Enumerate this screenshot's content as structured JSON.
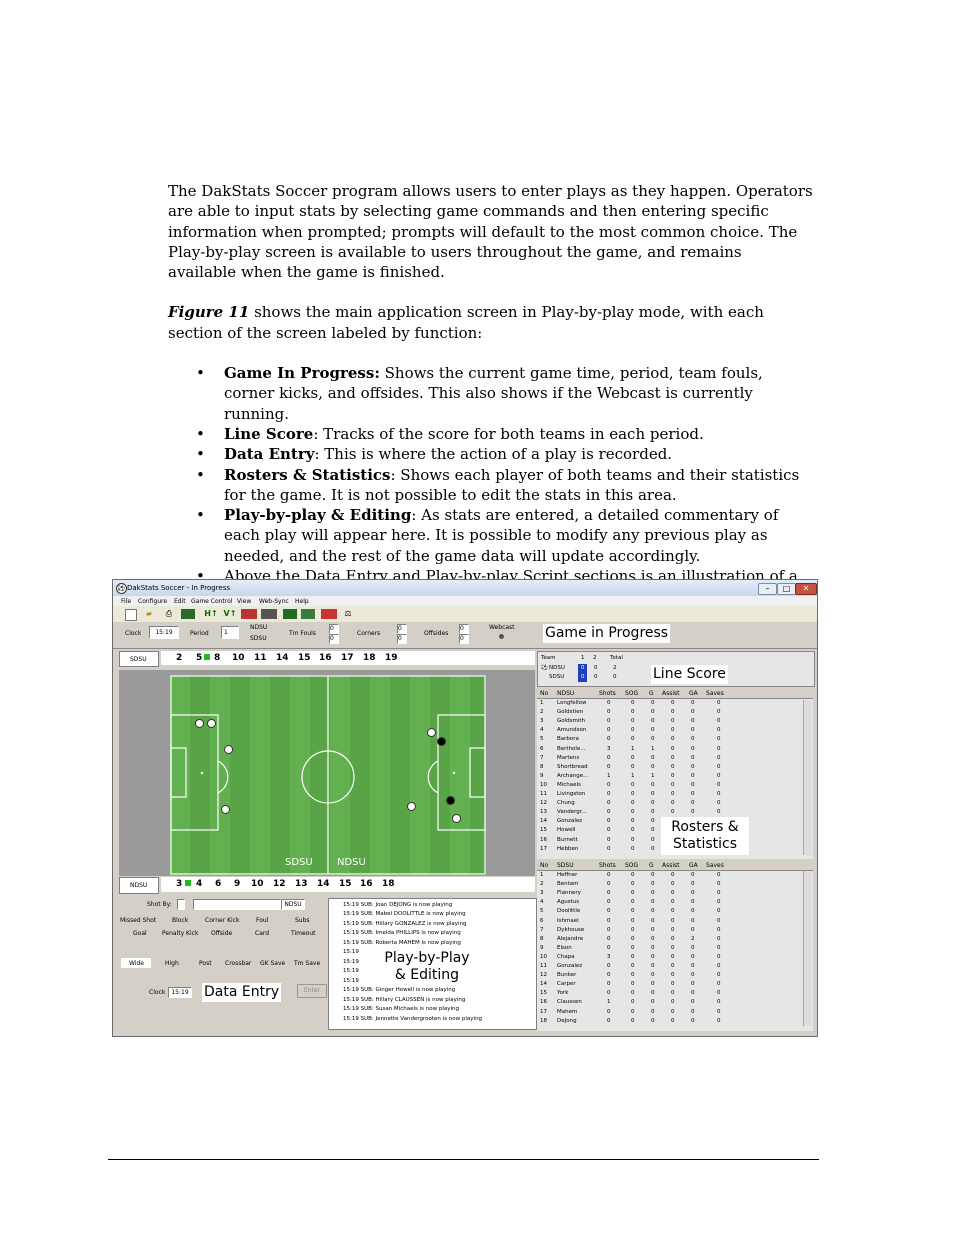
{
  "doc": {
    "intro": "The DakStats Soccer program allows users to enter plays as they happen. Operators are able to input stats by selecting game commands and then entering specific information when prompted; prompts will default to the most common choice. The Play-by-play screen is available to users throughout the game, and remains available when the game is finished.",
    "figure_ref": "Figure 11",
    "figure_text": " shows the main application screen in Play-by-play mode, with each section of the screen labeled by function:",
    "bullets": [
      {
        "term": "Game In Progress:",
        "text": " Shows the current game time, period, team fouls, corner kicks, and offsides. This also shows if the Webcast is currently running."
      },
      {
        "term": "Line Score",
        "text": ": Tracks of the score for both teams in each period."
      },
      {
        "term": "Data Entry",
        "text": ": This is where the action of a play is recorded."
      },
      {
        "term": "Rosters & Statistics",
        "text": ": Shows each player of both teams and their statistics for the game. It is not possible to edit the stats in this area."
      },
      {
        "term": "Play-by-play & Editing",
        "text": ": As stats are entered, a detailed commentary of each play will appear here. It is possible to modify any previous play as needed, and the rest of the game data will update accordingly."
      },
      {
        "term": "",
        "text": "Above the Data Entry and Play-by-play Script sections is an illustration of a soccer field. This is where the position of each shot is recorded."
      }
    ]
  },
  "app": {
    "title": "DakStats Soccer - In Progress",
    "menu": [
      "File",
      "Configure",
      "Edit",
      "Game Control",
      "View",
      "Web-Sync",
      "Help"
    ],
    "gip": {
      "clock_label": "Clock",
      "clock": "15:19",
      "period_label": "Period",
      "period": "1",
      "team1": "NDSU",
      "team2": "SDSU",
      "tmfouls_label": "Tm Fouls",
      "fouls": [
        "0",
        "0"
      ],
      "corners_label": "Corners",
      "corners": [
        "0",
        "0"
      ],
      "offsides_label": "Offsides",
      "offsides": [
        "0",
        "0"
      ],
      "webcast_label": "Webcast"
    },
    "callouts": {
      "game_in_progress": "Game in Progress",
      "line_score": "Line Score",
      "rosters_1": "Rosters &",
      "rosters_2": "Statistics",
      "pbp_1": "Play-by-Play",
      "pbp_2": "& Editing",
      "data_entry": "Data Entry"
    },
    "top_team": "SDSU",
    "top_numbers": [
      "2",
      "5",
      "8",
      "10",
      "11",
      "14",
      "15",
      "16",
      "17",
      "18",
      "19"
    ],
    "bottom_team": "NDSU",
    "bottom_numbers": [
      "3",
      "4",
      "6",
      "9",
      "10",
      "12",
      "13",
      "14",
      "15",
      "16",
      "18"
    ],
    "field_labels": [
      "SDSU",
      "NDSU"
    ],
    "linescore": {
      "headers": [
        "Team",
        "1",
        "2",
        "Total"
      ],
      "rows": [
        {
          "team": "NDSU",
          "p1": "0",
          "p2": "0",
          "total": "2"
        },
        {
          "team": "SDSU",
          "p1": "0",
          "p2": "0",
          "total": "0"
        }
      ]
    },
    "stat_headers_ndsu": [
      "No",
      "NDSU",
      "Shots",
      "SOG",
      "G",
      "Assist",
      "GA",
      "Saves"
    ],
    "ndsu_rows": [
      [
        "1",
        "Longfellow",
        "0",
        "0",
        "0",
        "0",
        "0",
        "0"
      ],
      [
        "2",
        "Goldstien",
        "0",
        "0",
        "0",
        "0",
        "0",
        "0"
      ],
      [
        "3",
        "Goldsmith",
        "0",
        "0",
        "0",
        "0",
        "0",
        "0"
      ],
      [
        "4",
        "Amundson",
        "0",
        "0",
        "0",
        "0",
        "0",
        "0"
      ],
      [
        "5",
        "Barbora",
        "0",
        "0",
        "0",
        "0",
        "0",
        "0"
      ],
      [
        "6",
        "Berthole...",
        "3",
        "1",
        "1",
        "0",
        "0",
        "0"
      ],
      [
        "7",
        "Martens",
        "0",
        "0",
        "0",
        "0",
        "0",
        "0"
      ],
      [
        "8",
        "Shortbread",
        "0",
        "0",
        "0",
        "0",
        "0",
        "0"
      ],
      [
        "9",
        "Archange...",
        "1",
        "1",
        "1",
        "0",
        "0",
        "0"
      ],
      [
        "10",
        "Michaels",
        "0",
        "0",
        "0",
        "0",
        "0",
        "0"
      ],
      [
        "11",
        "Livingston",
        "0",
        "0",
        "0",
        "0",
        "0",
        "0"
      ],
      [
        "12",
        "Chung",
        "0",
        "0",
        "0",
        "0",
        "0",
        "0"
      ],
      [
        "13",
        "Vandergr...",
        "0",
        "0",
        "0",
        "0",
        "0",
        "0"
      ],
      [
        "14",
        "Gonzalez",
        "0",
        "0",
        "0",
        "0",
        "0",
        "0"
      ],
      [
        "15",
        "Howell",
        "0",
        "0",
        "0",
        "0",
        "0",
        "0"
      ],
      [
        "16",
        "Burnett",
        "0",
        "0",
        "0",
        "0",
        "0",
        "0"
      ],
      [
        "17",
        "Hebben",
        "0",
        "0",
        "0",
        "0",
        "0",
        "0"
      ]
    ],
    "stat_headers_sdsu": [
      "No",
      "SDSU",
      "Shots",
      "SOG",
      "G",
      "Assist",
      "GA",
      "Saves"
    ],
    "sdsu_rows": [
      [
        "1",
        "Heffner",
        "0",
        "0",
        "0",
        "0",
        "0",
        "0"
      ],
      [
        "2",
        "Bentam",
        "0",
        "0",
        "0",
        "0",
        "0",
        "0"
      ],
      [
        "3",
        "Flannery",
        "0",
        "0",
        "0",
        "0",
        "0",
        "0"
      ],
      [
        "4",
        "Agustus",
        "0",
        "0",
        "0",
        "0",
        "0",
        "0"
      ],
      [
        "5",
        "Doolittle",
        "0",
        "0",
        "0",
        "0",
        "0",
        "0"
      ],
      [
        "6",
        "Ishmael",
        "0",
        "0",
        "0",
        "0",
        "0",
        "0"
      ],
      [
        "7",
        "Dykhouse",
        "0",
        "0",
        "0",
        "0",
        "0",
        "0"
      ],
      [
        "8",
        "Alejandre",
        "0",
        "0",
        "0",
        "0",
        "2",
        "0"
      ],
      [
        "9",
        "Elson",
        "0",
        "0",
        "0",
        "0",
        "0",
        "0"
      ],
      [
        "10",
        "Chapa",
        "3",
        "0",
        "0",
        "0",
        "0",
        "0"
      ],
      [
        "11",
        "Gonzalez",
        "0",
        "0",
        "0",
        "0",
        "0",
        "0"
      ],
      [
        "12",
        "Bunker",
        "0",
        "0",
        "0",
        "0",
        "0",
        "0"
      ],
      [
        "14",
        "Carper",
        "0",
        "0",
        "0",
        "0",
        "0",
        "0"
      ],
      [
        "15",
        "York",
        "0",
        "0",
        "0",
        "0",
        "0",
        "0"
      ],
      [
        "16",
        "Claussen",
        "1",
        "0",
        "0",
        "0",
        "0",
        "0"
      ],
      [
        "17",
        "Mahem",
        "0",
        "0",
        "0",
        "0",
        "0",
        "0"
      ],
      [
        "18",
        "DeJong",
        "0",
        "0",
        "0",
        "0",
        "0",
        "0"
      ]
    ],
    "pbp_lines": [
      "15:19 SUB: Joan DEJONG is now playing",
      "15:19 SUB: Mabel DOOLITTLE is now playing",
      "15:19 SUB: Hillary GONZALEZ is now playing",
      "15:19 SUB: Imelda PHILLIPS is now playing",
      "15:19 SUB: Roberta MAHEM is now playing",
      "15:19",
      "15:19",
      "15:19",
      "15:19",
      "15:19 SUB: Ginger Howell is now playing",
      "15:19 SUB: Hillary CLAUSSEN is now playing",
      "15:19 SUB: Susan Michaels is now playing",
      "15:19 SUB: Jennette Vandergrooten is now playing"
    ],
    "data_entry": {
      "shot_by_label": "Shot By:",
      "shot_team": "NDSU",
      "row1": [
        "Missed Shot",
        "Block",
        "Corner Kick",
        "Foul",
        "Subs"
      ],
      "row2": [
        "Goal",
        "Penalty Kick",
        "Offside",
        "Card",
        "Timeout"
      ],
      "row3": [
        "Wide",
        "High",
        "Post",
        "Crossbar",
        "GK Save",
        "Tm Save"
      ],
      "clock_label": "Clock",
      "clock": "15:19",
      "enter": "Enter"
    }
  }
}
